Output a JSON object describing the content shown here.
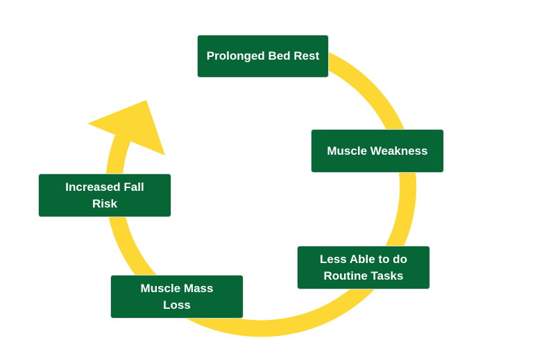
{
  "colors": {
    "box_fill": "#066636",
    "box_text": "#ffffff",
    "cycle_arrow": "#fdd835",
    "background": "#ffffff"
  },
  "cycle": {
    "steps": [
      {
        "label": "Prolonged Bed Rest"
      },
      {
        "label": "Muscle Weakness"
      },
      {
        "label": "Less Able to do\nRoutine Tasks"
      },
      {
        "label": "Muscle Mass\nLoss"
      },
      {
        "label": "Increased Fall\nRisk"
      }
    ]
  }
}
